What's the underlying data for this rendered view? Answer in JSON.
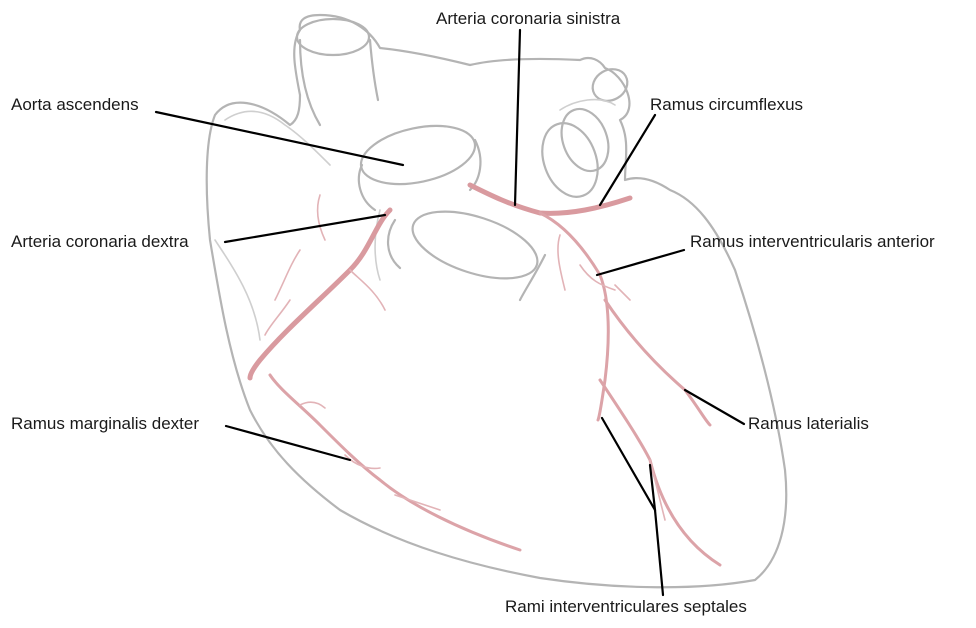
{
  "labels": {
    "arteria_coronaria_sinistra": "Arteria coronaria sinistra",
    "aorta_ascendens": "Aorta ascendens",
    "ramus_circumflexus": "Ramus circumflexus",
    "arteria_coronaria_dextra": "Arteria coronaria dextra",
    "ramus_interventricularis_anterior": "Ramus interventricularis anterior",
    "ramus_marginalis_dexter": "Ramus marginalis dexter",
    "ramus_laterialis": "Ramus laterialis",
    "rami_interventriculares_septales": "Rami interventriculares septales"
  },
  "colors": {
    "pencil": "#b4b4b4",
    "artery": "#d99a9f",
    "leader": "#000000",
    "text": "#1a1a1a"
  }
}
